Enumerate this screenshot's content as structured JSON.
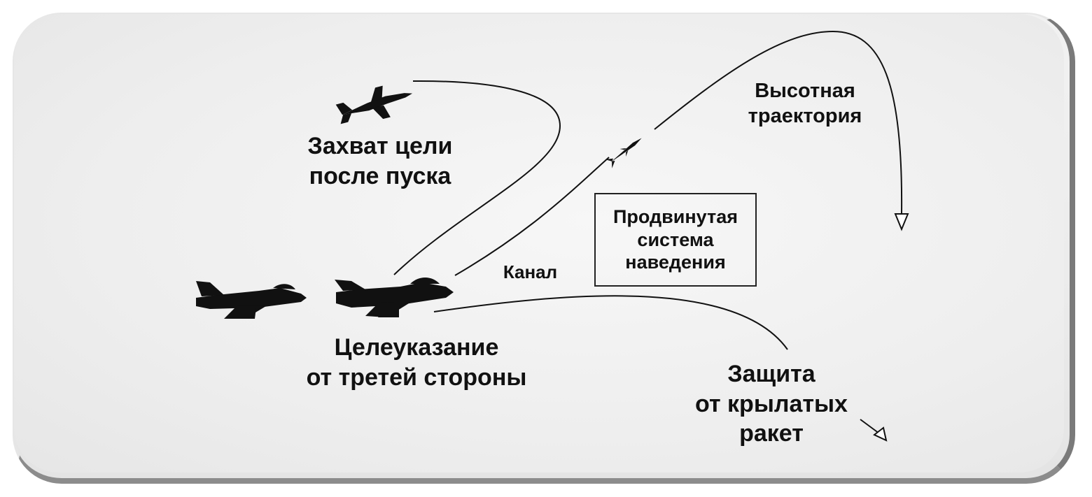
{
  "labels": {
    "capture": "Захват цели\nпосле пуска",
    "trajectory": "Высотная\nтраектория",
    "guidance": "Продвинутая\nсистема\nнаведения",
    "channel": "Канал",
    "targeting": "Целеуказание\nот третей стороны",
    "defense": "Защита\nот крылатых\nракет"
  },
  "icons": [
    "fighter-jet-icon",
    "fighter-jet-icon",
    "fighter-jet-icon",
    "missile-icon",
    "arrowhead-icon"
  ],
  "colors": {
    "ink": "#111111",
    "background": "#eeeeee",
    "frame_shadow": "#7a7a7a"
  }
}
